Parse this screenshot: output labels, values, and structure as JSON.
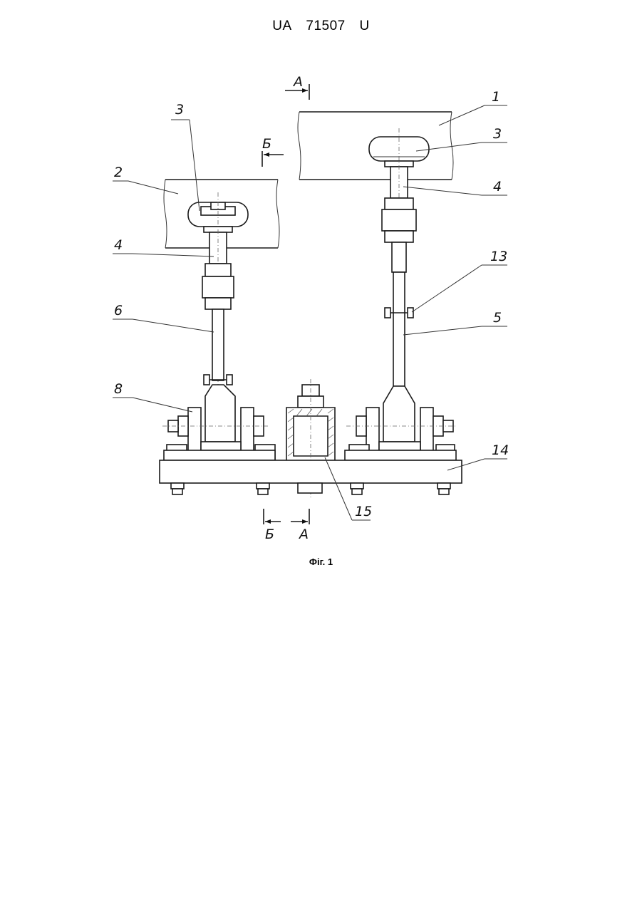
{
  "header": {
    "country": "UA",
    "number": "71507",
    "kind": "U"
  },
  "figure": {
    "caption": "Фіг. 1",
    "section_marks": {
      "a_top": "А",
      "b_top": "Б",
      "a_bottom": "А",
      "b_bottom": "Б"
    },
    "callouts": {
      "c1": "1",
      "c2": "2",
      "c3_left": "3",
      "c3_right": "3",
      "c4_left": "4",
      "c4_right": "4",
      "c5": "5",
      "c6": "6",
      "c8": "8",
      "c13": "13",
      "c14": "14",
      "c15": "15"
    }
  }
}
